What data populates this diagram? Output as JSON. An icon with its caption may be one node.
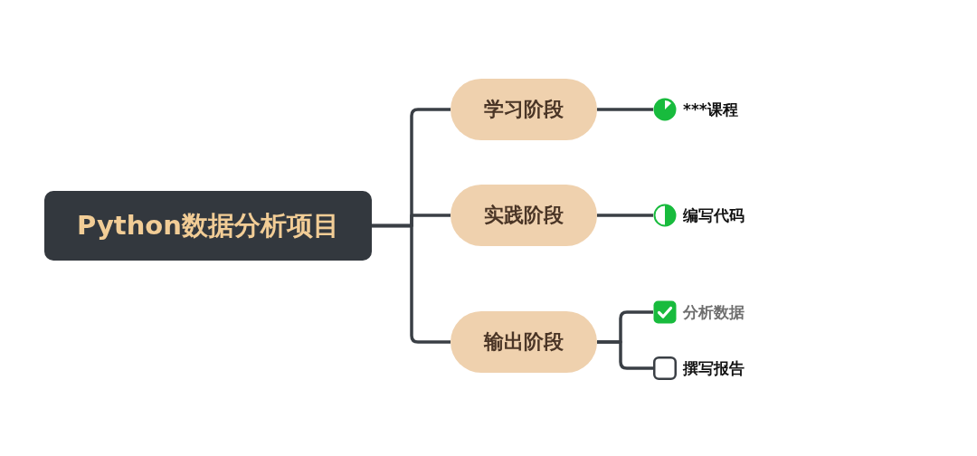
{
  "diagram": {
    "nodes": [
      {
        "text": [
          "Python数据分析项目"
        ]
      },
      {
        "text": [
          "学习阶段"
        ]
      },
      {
        "text": [
          "实践阶段"
        ]
      },
      {
        "text": [
          "输出阶段"
        ]
      },
      {
        "text": [
          "***课程"
        ]
      },
      {
        "text": [
          "编写代码"
        ]
      },
      {
        "text": [
          "分析数据"
        ]
      },
      {
        "text": [
          "撰写报告"
        ]
      }
    ],
    "edges": [
      {
        "from": 0,
        "to": 1,
        "arrow": "none"
      },
      {
        "from": 0,
        "to": 2,
        "arrow": "none"
      },
      {
        "from": 0,
        "to": 3,
        "arrow": "none"
      },
      {
        "from": 1,
        "to": 4,
        "arrow": "none"
      },
      {
        "from": 2,
        "to": 5,
        "arrow": "none"
      },
      {
        "from": 3,
        "to": 6,
        "arrow": "none"
      },
      {
        "from": 3,
        "to": 7,
        "arrow": "none"
      }
    ]
  }
}
